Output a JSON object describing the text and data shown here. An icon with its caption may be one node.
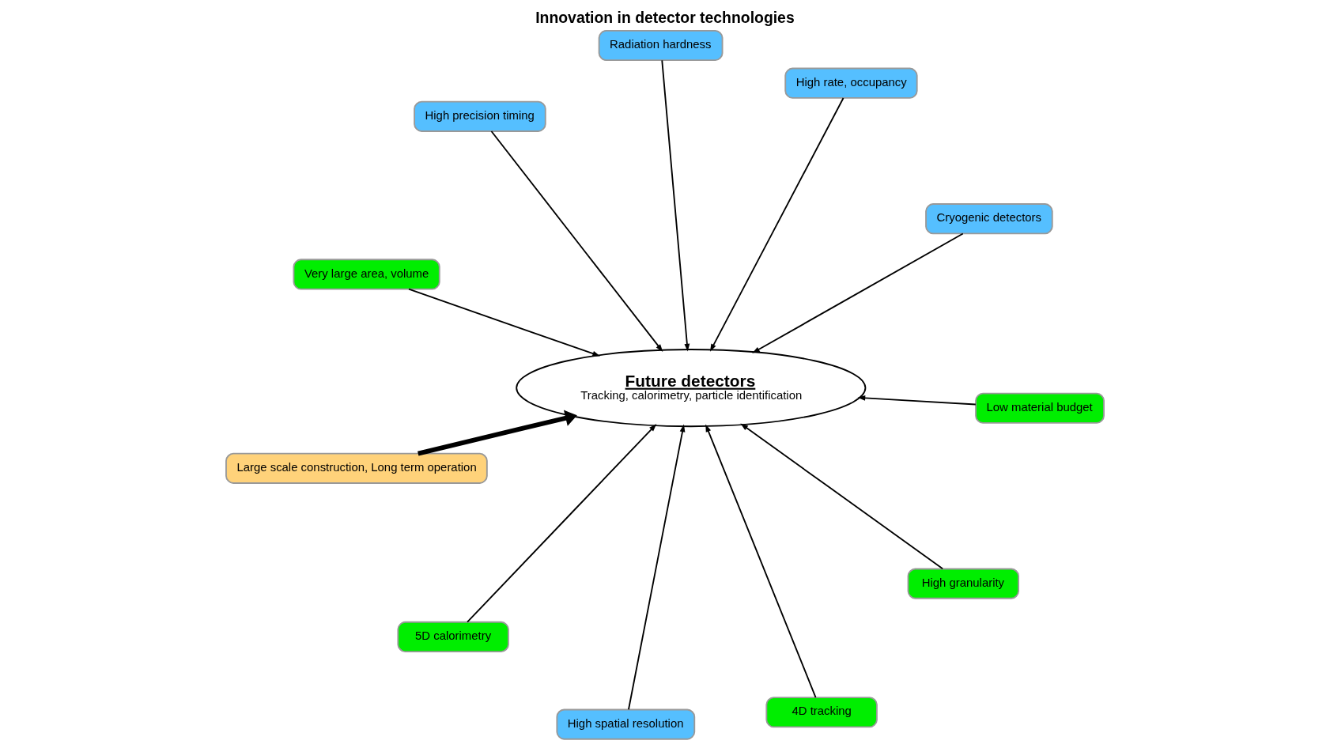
{
  "diagram": {
    "title": "Innovation in detector technologies",
    "nodes": [
      {
        "text": [
          "Future detectors",
          "Tracking, calorimetry, particle identification"
        ]
      },
      {
        "text": [
          "Cryogenic detectors"
        ]
      },
      {
        "text": [
          "High spatial resolution"
        ]
      },
      {
        "text": [
          "High precision timing"
        ]
      },
      {
        "text": [
          "High rate, occupancy"
        ]
      },
      {
        "text": [
          "Radiation hardness"
        ]
      },
      {
        "text": [
          "Large scale construction, Long term operation"
        ]
      },
      {
        "text": [
          "Low material budget"
        ]
      },
      {
        "text": [
          "5D calorimetry"
        ]
      },
      {
        "text": [
          "4D tracking"
        ]
      },
      {
        "text": [
          "High granularity"
        ]
      },
      {
        "text": [
          "Very large area, volume"
        ]
      }
    ],
    "edges": [
      {
        "from": 1,
        "to": 0,
        "arrow": "to"
      },
      {
        "from": 2,
        "to": 0,
        "arrow": "to"
      },
      {
        "from": 3,
        "to": 0,
        "arrow": "to"
      },
      {
        "from": 4,
        "to": 0,
        "arrow": "to"
      },
      {
        "from": 5,
        "to": 0,
        "arrow": "to"
      },
      {
        "from": 6,
        "to": 0,
        "arrow": "to",
        "style": "thick"
      },
      {
        "from": 7,
        "to": 0,
        "arrow": "to"
      },
      {
        "from": 8,
        "to": 0,
        "arrow": "to"
      },
      {
        "from": 9,
        "to": 0,
        "arrow": "to"
      },
      {
        "from": 10,
        "to": 0,
        "arrow": "to"
      },
      {
        "from": 11,
        "to": 0,
        "arrow": "to"
      }
    ]
  }
}
